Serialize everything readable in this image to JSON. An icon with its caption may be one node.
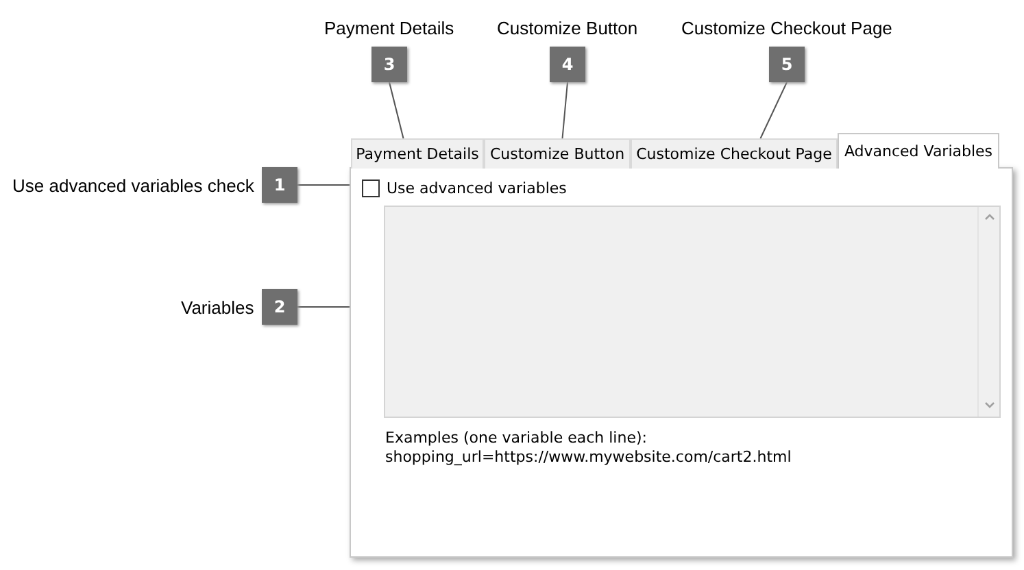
{
  "diagram": {
    "nodes": [
      {
        "text": [],
        "shape": "box"
      },
      {
        "text": [
          "Payment Details"
        ]
      },
      {
        "text": [
          "Customize Button"
        ]
      },
      {
        "text": [
          "Customize Checkout Page"
        ]
      },
      {
        "text": [
          "Advanced Variables"
        ]
      },
      {
        "text": [
          "Use advanced variables"
        ],
        "in": 0
      },
      {
        "text": [],
        "shape": "box",
        "in": 0
      },
      {
        "text": [
          "1"
        ],
        "beside": [
          "Use advanced variables check"
        ]
      },
      {
        "text": [
          "2"
        ],
        "beside": [
          "Variables"
        ]
      },
      {
        "text": [
          "3"
        ],
        "beside": [
          "Payment Details"
        ]
      },
      {
        "text": [
          "4"
        ],
        "beside": [
          "Customize Button"
        ]
      },
      {
        "text": [
          "5"
        ],
        "beside": [
          "Customize Checkout Page"
        ]
      }
    ],
    "edges": [
      {
        "from": 7,
        "to": 5,
        "arrow": "none"
      },
      {
        "from": 8,
        "to": 6,
        "arrow": "none"
      },
      {
        "from": 9,
        "to": 1,
        "arrow": "none"
      },
      {
        "from": 10,
        "to": 2,
        "arrow": "none"
      },
      {
        "from": 11,
        "to": 3,
        "arrow": "none"
      }
    ],
    "labels": [
      "Examples (one variable each line):",
      "shopping_url=https://www.mywebsite.com/cart2.html"
    ]
  }
}
